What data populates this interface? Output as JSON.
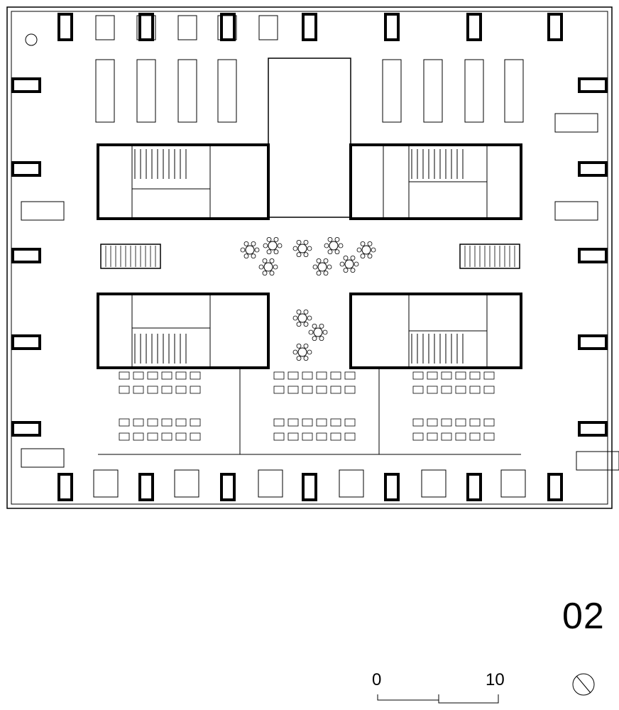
{
  "plan": {
    "level_label": "02",
    "scale_start": "0",
    "scale_end": "10"
  }
}
